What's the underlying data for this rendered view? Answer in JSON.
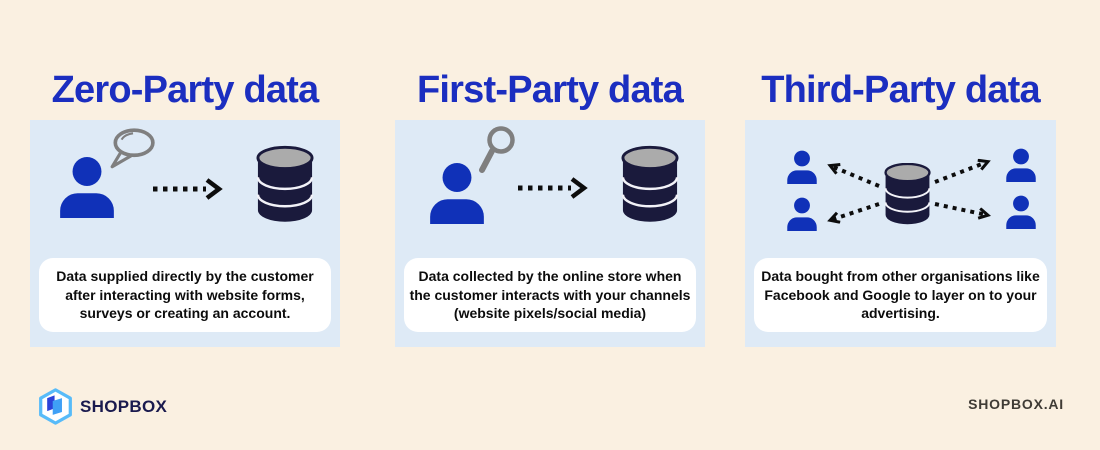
{
  "page": {
    "background_color": "#FAF0E1",
    "panel_color": "#DEEAF6",
    "heading_color": "#1B2EC0",
    "person_icon_color": "#1031B8",
    "database_body_color": "#1A1A3C",
    "database_top_color": "#ABABAB",
    "outline_gray_color": "#7F7F7F",
    "arrow_color": "#0D0D0D"
  },
  "columns": [
    {
      "title": "Zero-Party data",
      "caption": "Data supplied directly by the customer after interacting with website forms, surveys or creating an account.",
      "icons": [
        "person-icon",
        "speech-bubble-icon",
        "dotted-arrow-icon",
        "database-icon"
      ]
    },
    {
      "title": "First-Party data",
      "caption": "Data collected by the online store when the customer interacts with your channels (website pixels/social media)",
      "icons": [
        "person-icon",
        "magnifying-glass-icon",
        "dotted-arrow-icon",
        "database-icon"
      ]
    },
    {
      "title": "Third-Party data",
      "caption": "Data bought from other organisations like Facebook and Google to layer on to your advertising.",
      "icons": [
        "database-icon",
        "person-icon",
        "person-icon",
        "person-icon",
        "person-icon",
        "data-flow-arrows"
      ]
    }
  ],
  "footer": {
    "logo_text": "SHOPBOX",
    "website_text": "SHOPBOX.AI"
  }
}
